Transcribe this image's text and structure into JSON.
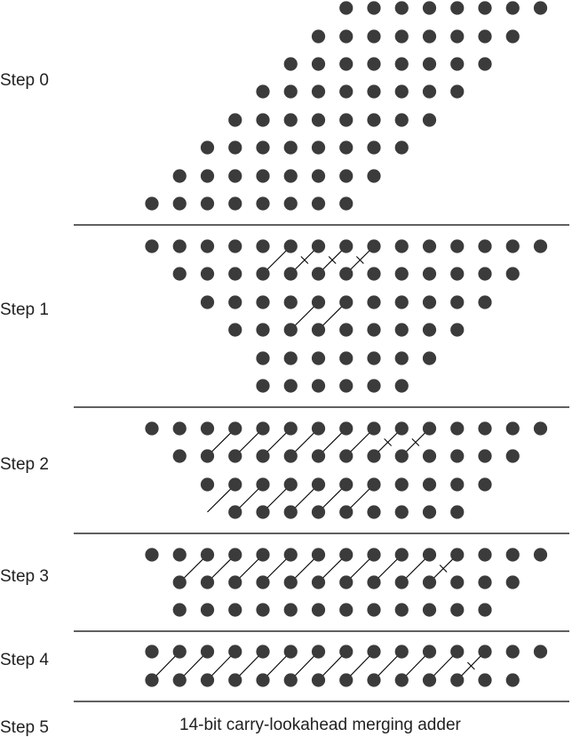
{
  "step_labels": [
    "Step 0",
    "Step 1",
    "Step 2",
    "Step 3",
    "Step 4",
    "Step 5"
  ],
  "caption": "14-bit carry-lookahead merging adder",
  "colors": {
    "dot": "#3b3b3b",
    "line": "#000000",
    "background": "#ffffff"
  }
}
